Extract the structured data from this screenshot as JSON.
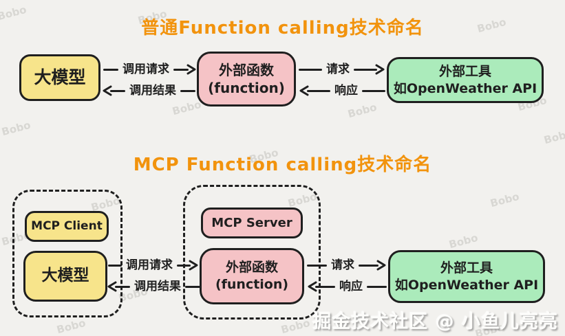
{
  "colors": {
    "background": "#f2f1ee",
    "title_orange": "#f2930d",
    "node_yellow": "#f7e48b",
    "node_pink": "#f5c3c6",
    "node_green": "#abebbb",
    "stroke": "#1f1f1f"
  },
  "watermark": {
    "text": "Bobo"
  },
  "credit": {
    "text": "掘金技术社区 @ 小鱼儿亮亮"
  },
  "section_plain": {
    "title": "普通Function calling技术命名",
    "nodes": {
      "model": "大模型",
      "function_line1": "外部函数",
      "function_line2": "(function)",
      "tool_line1": "外部工具",
      "tool_line2": "如OpenWeather API"
    },
    "arrows": {
      "call_request": "调用请求",
      "call_result": "调用结果",
      "request": "请求",
      "response": "响应"
    }
  },
  "section_mcp": {
    "title": "MCP Function calling技术命名",
    "nodes": {
      "mcp_client": "MCP Client",
      "model": "大模型",
      "mcp_server": "MCP Server",
      "function_line1": "外部函数",
      "function_line2": "(function)",
      "tool_line1": "外部工具",
      "tool_line2": "如OpenWeather API"
    },
    "arrows": {
      "call_request": "调用请求",
      "call_result": "调用结果",
      "request": "请求",
      "response": "响应"
    }
  }
}
